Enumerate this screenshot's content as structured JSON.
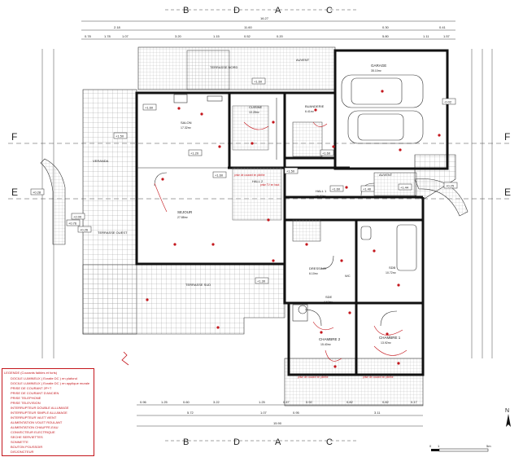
{
  "axes_top": [
    "B",
    "D",
    "A",
    "C"
  ],
  "axes_bottom": [
    "B",
    "D",
    "A",
    "C"
  ],
  "axes_left": [
    "F",
    "E"
  ],
  "axes_right": [
    "F",
    "E"
  ],
  "dims_top": {
    "overall": "16.27",
    "row1": [
      "2.18",
      "11.60",
      "0.30",
      "0.41"
    ],
    "row2": [
      "0.78",
      "1.78",
      "1.07",
      "3.20",
      "1.15",
      "0.52",
      "0.20",
      "5.80",
      "1.11",
      "1.57"
    ]
  },
  "dims_bottom": {
    "overall": "15.90",
    "row1": [
      "5.72",
      "1.07",
      "0.95",
      "3.11"
    ],
    "row2": [
      "0.96",
      "1.25",
      "0.60",
      "3.22",
      "1.25",
      "0.47",
      "0.92",
      "0.82",
      "0.82",
      "0.17"
    ]
  },
  "rooms": [
    {
      "name": "TERRASSE NORD",
      "area": ""
    },
    {
      "name": "AUVENT",
      "area": ""
    },
    {
      "name": "GARAGE",
      "area": "35.10m²"
    },
    {
      "name": "CUISINE",
      "area": "10.28m²"
    },
    {
      "name": "BUANDERIE",
      "area": "6.41m²"
    },
    {
      "name": "SALON",
      "area": "17.32m²"
    },
    {
      "name": "HALL 2",
      "area": ""
    },
    {
      "name": "HALL 1",
      "area": "16.87m²"
    },
    {
      "name": "SEJOUR",
      "area": "27.88m²"
    },
    {
      "name": "AUVENT",
      "area": ""
    },
    {
      "name": "TERRASSE OUEST",
      "area": ""
    },
    {
      "name": "TERRASSE SUD",
      "area": ""
    },
    {
      "name": "DRESSING",
      "area": "6.10m²"
    },
    {
      "name": "SDB",
      "area": "10.72m²"
    },
    {
      "name": "WC",
      "area": ""
    },
    {
      "name": "SDE",
      "area": "4.62m²"
    },
    {
      "name": "CHAMBRE 2",
      "area": "15.40m²"
    },
    {
      "name": "CHAMBRE 1",
      "area": "13.92m²"
    },
    {
      "name": "VERANDA",
      "area": ""
    }
  ],
  "levels": [
    "+1.60",
    "+1.60",
    "+1.50",
    "+1.20",
    "+1.60",
    "+1.60",
    "+1.40",
    "+1.50",
    "+1.44",
    "+1.60",
    "+0.76",
    "+0.28",
    "+0.25",
    "-0.02",
    "+0.26",
    "+2.00",
    "+1.30"
  ],
  "legend": {
    "title": "LEGENDE (Courants faibles et forts)",
    "items": [
      "DOCILE LUMINEUX ( Ecraite DC ) en plafond",
      "DOCILE LUMINEUX ( Ecraite DC ) en applique murale",
      "PRISE DE COURANT 2P+T",
      "PRISE DE COURANT D'ANCIEN",
      "PRISE TELEPHONE",
      "PRISE TELEVISION",
      "INTERRUPTEUR DOUBLE ALLUMAGE",
      "INTERRUPTEUR SIMPLE ALLUMAGE",
      "INTERRUPTEUR VA ET VIENT",
      "ALIMENTATION VOLET ROULANT",
      "ALIMENTATION CHAUFFE-EAU",
      "CONVECTEUR ELECTRIQUE",
      "SECHE SERVIETTES",
      "SONNETTE",
      "BOUTON POUSSOIR",
      "DISJONCTEUR"
    ]
  },
  "scale": {
    "zero": "0",
    "one": "1",
    "five": "5m"
  },
  "north": "N",
  "notes": [
    "prise de courant en plinthe",
    "prise TV en haut",
    "prise de courant en plinthe",
    "prise de courant en plinthe"
  ]
}
